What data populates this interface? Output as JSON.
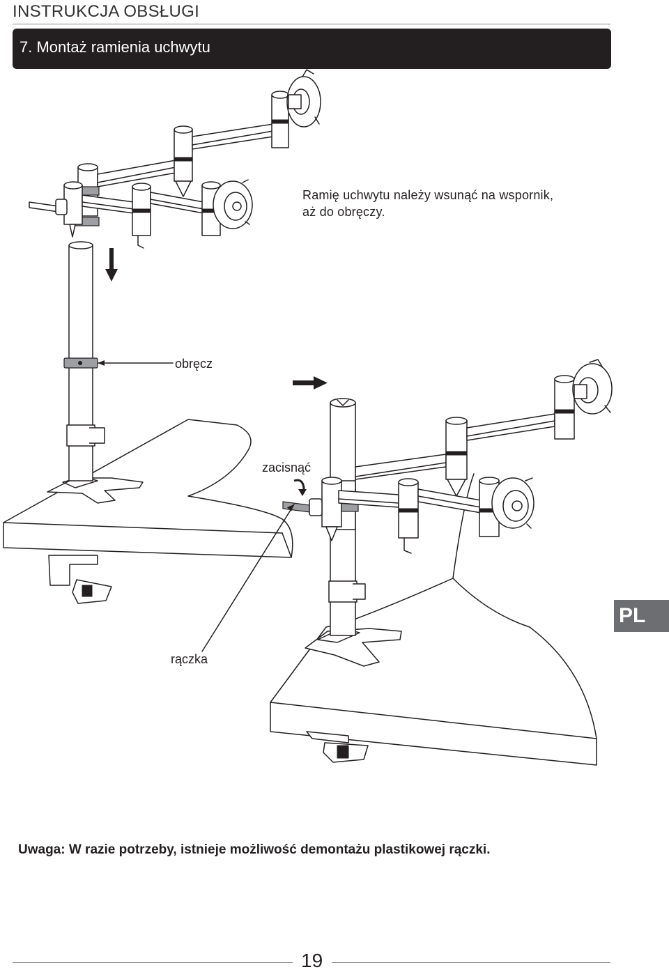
{
  "header": {
    "title": "INSTRUKCJA OBSŁUGI"
  },
  "section": {
    "title": "7. Montaż ramienia uchwytu"
  },
  "instruction": {
    "line1": "Ramię uchwytu należy wsunąć na wspornik,",
    "line2": "aż do obręczy."
  },
  "labels": {
    "collar": "obręcz",
    "tighten": "zacisnąć",
    "handle": "rączka"
  },
  "language_tab": "PL",
  "note": "Uwaga: W razie potrzeby, istnieje możliwość demontażu plastikowej rączki.",
  "page_number": "19"
}
